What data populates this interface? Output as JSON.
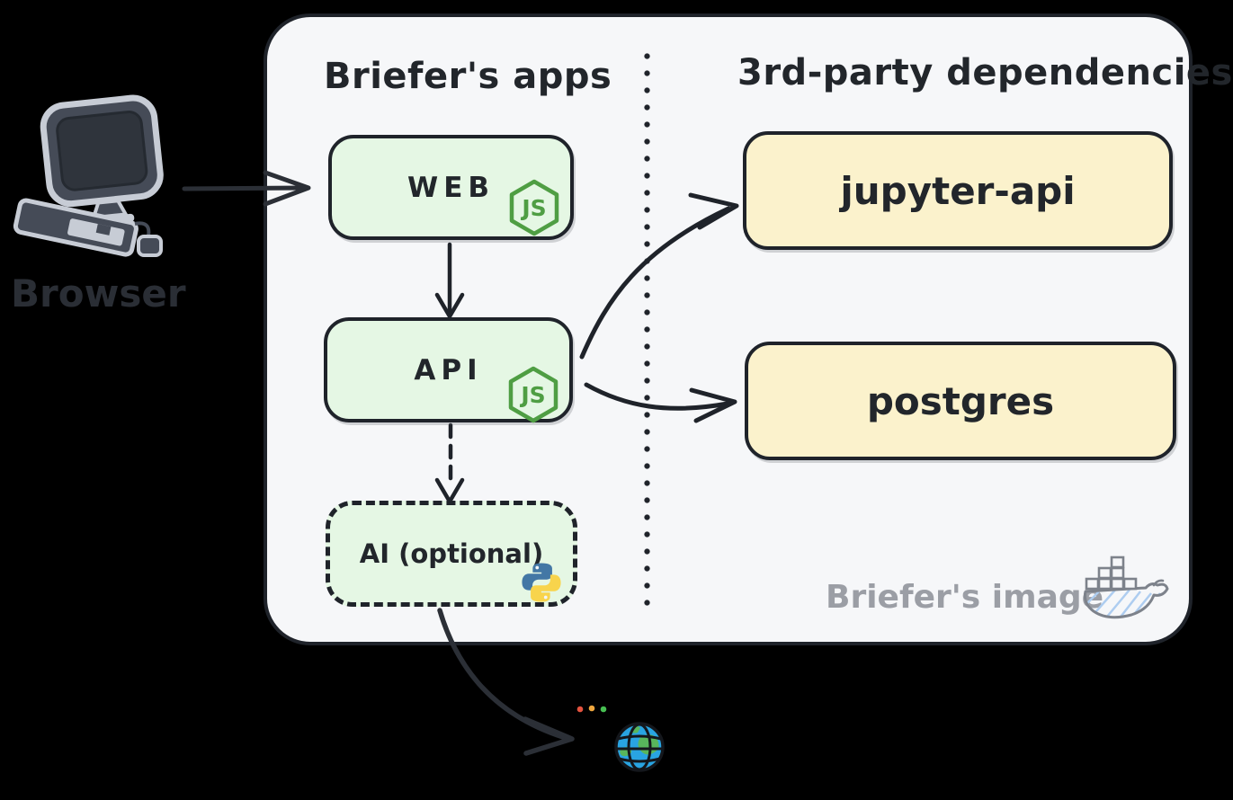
{
  "diagram": {
    "browser": {
      "label": "Browser",
      "icon": "computer-icon"
    },
    "panel": {
      "apps": {
        "title": "Briefer's apps",
        "nodes": [
          {
            "id": "web",
            "label": "WEB",
            "runtime_icon": "nodejs-icon",
            "border": "solid"
          },
          {
            "id": "api",
            "label": "API",
            "runtime_icon": "nodejs-icon",
            "border": "solid"
          },
          {
            "id": "ai",
            "label": "AI (optional)",
            "runtime_icon": "python-icon",
            "border": "dashed"
          }
        ]
      },
      "deps": {
        "title": "3rd-party dependencies",
        "nodes": [
          {
            "id": "jupyter",
            "label": "jupyter-api"
          },
          {
            "id": "postgres",
            "label": "postgres"
          }
        ]
      },
      "footer": {
        "label": "Briefer's image",
        "icon": "docker-whale-icon"
      }
    },
    "external": {
      "icon": "globe-icon",
      "window_dots": [
        "red",
        "amber",
        "green"
      ]
    },
    "edges": [
      {
        "from": "browser",
        "to": "web",
        "style": "solid"
      },
      {
        "from": "web",
        "to": "api",
        "style": "solid"
      },
      {
        "from": "api",
        "to": "ai",
        "style": "dashed"
      },
      {
        "from": "api",
        "to": "jupyter",
        "style": "solid"
      },
      {
        "from": "api",
        "to": "postgres",
        "style": "solid"
      },
      {
        "from": "ai",
        "to": "internet-globe",
        "style": "solid"
      }
    ],
    "icon_text": {
      "nodejs": "JS"
    },
    "colors": {
      "panel_bg": "#f6f7f9",
      "stroke": "#1f232a",
      "app_fill": "#e5f7e4",
      "dependency_fill": "#fbf2cc",
      "nodejs_green": "#4f9e43",
      "python_blue": "#4377a5",
      "python_yellow": "#f8d44c",
      "muted_text": "#9b9ea5",
      "globe_blue": "#29a4e2",
      "globe_land": "#58b65c",
      "dot_red": "#e4533f",
      "dot_amber": "#efa73e",
      "dot_green": "#47bf52",
      "docker_gray": "#7d828b",
      "docker_hatch_blue": "#aecdf0"
    }
  }
}
